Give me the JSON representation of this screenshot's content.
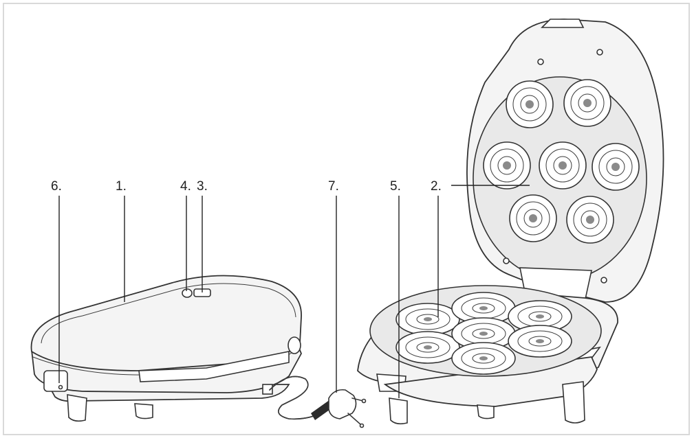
{
  "figure": {
    "callouts": [
      {
        "id": "6",
        "label": "6."
      },
      {
        "id": "1",
        "label": "1."
      },
      {
        "id": "4",
        "label": "4."
      },
      {
        "id": "3",
        "label": "3."
      },
      {
        "id": "7",
        "label": "7."
      },
      {
        "id": "5",
        "label": "5."
      },
      {
        "id": "2",
        "label": "2."
      }
    ]
  }
}
